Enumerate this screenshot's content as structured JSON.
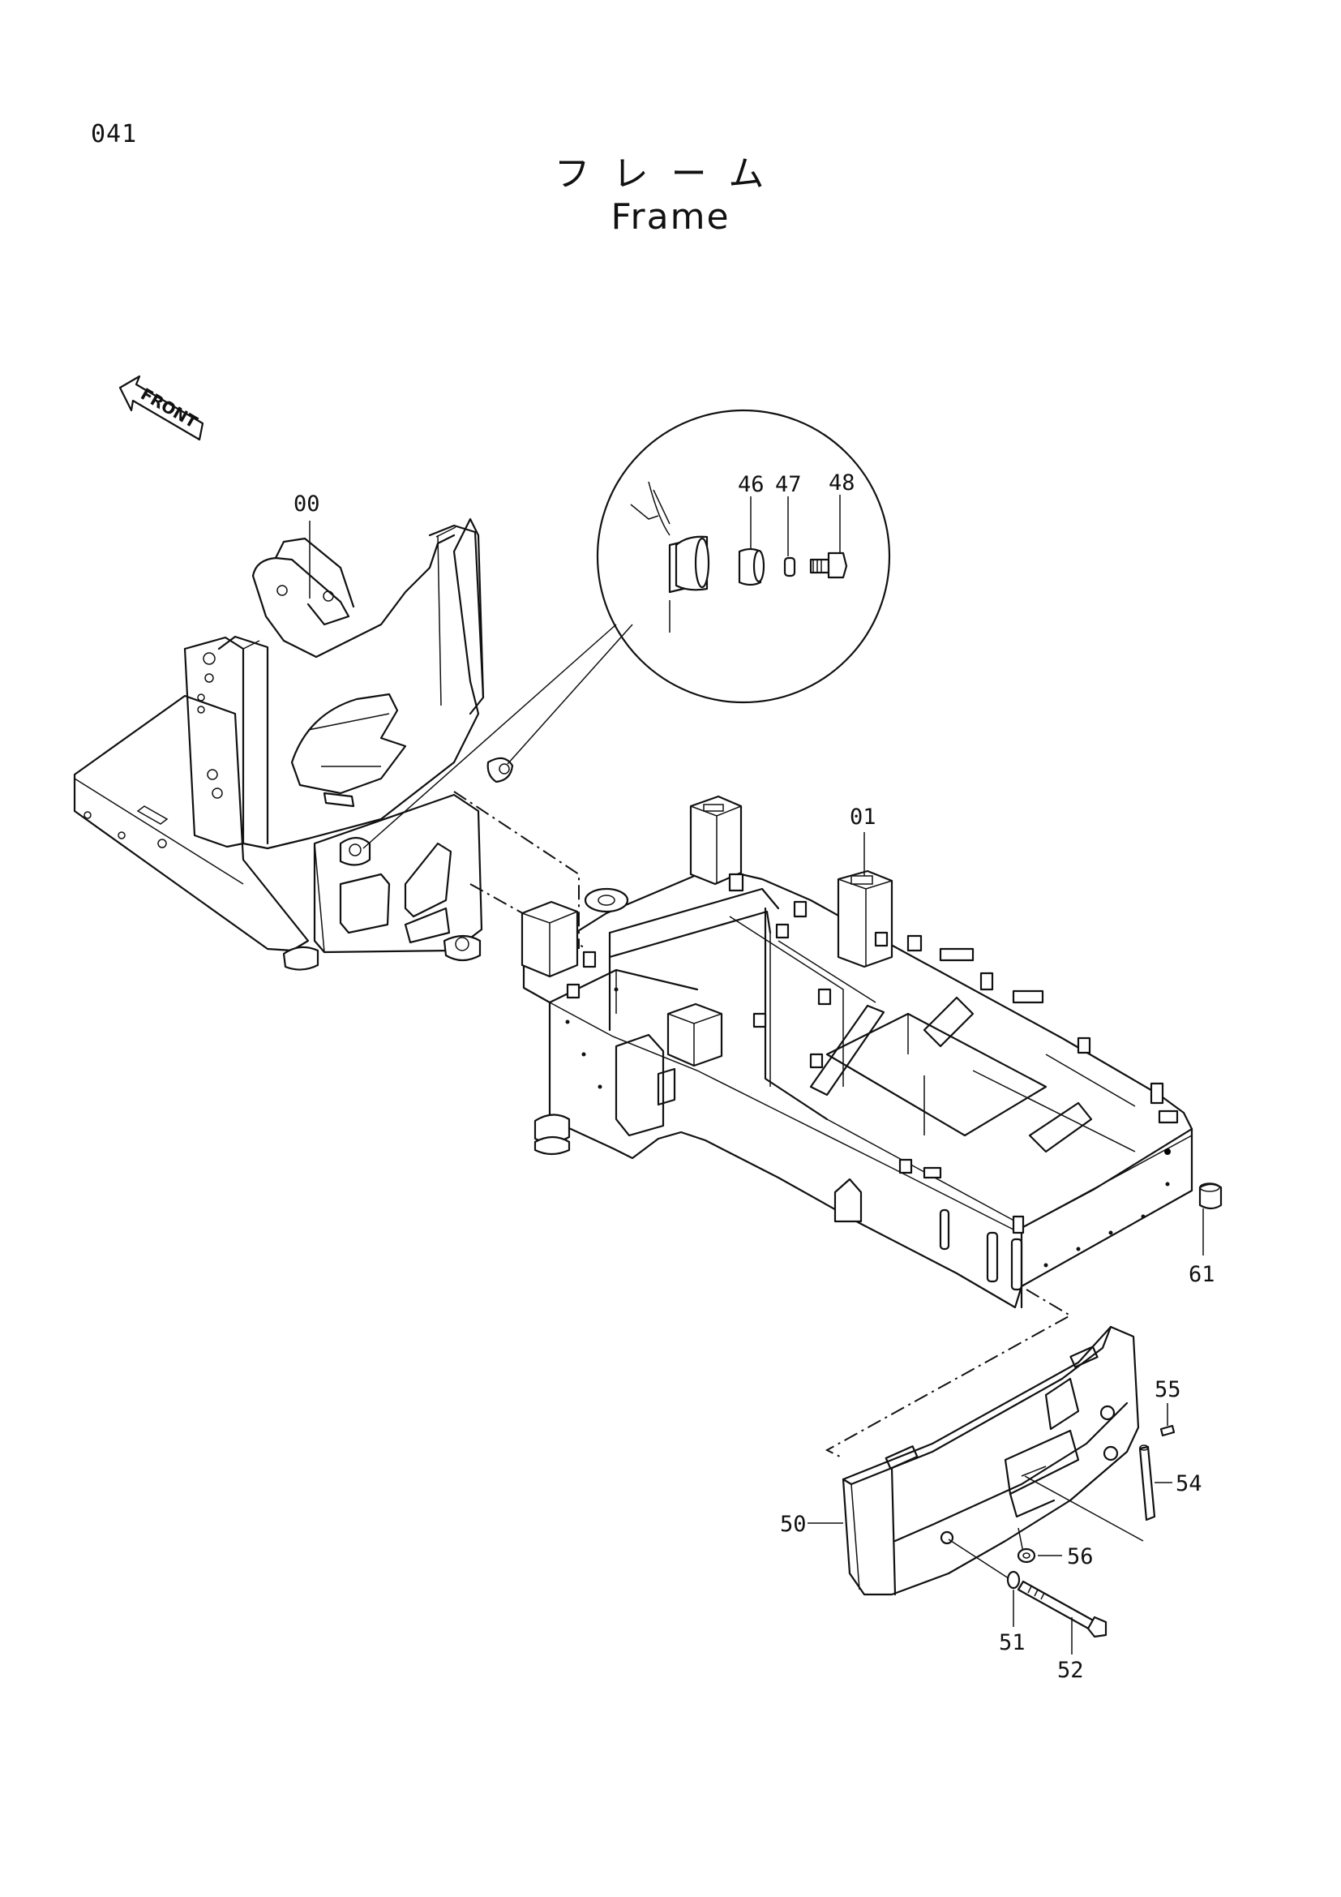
{
  "page_number": "041",
  "title_jp": "フレーム",
  "title_en": "Frame",
  "direction_label": "FRONT",
  "callouts": [
    {
      "id": "callout-00",
      "label": "00"
    },
    {
      "id": "callout-01",
      "label": "01"
    },
    {
      "id": "callout-46",
      "label": "46"
    },
    {
      "id": "callout-47",
      "label": "47"
    },
    {
      "id": "callout-48",
      "label": "48"
    },
    {
      "id": "callout-50",
      "label": "50"
    },
    {
      "id": "callout-51",
      "label": "51"
    },
    {
      "id": "callout-52",
      "label": "52"
    },
    {
      "id": "callout-54",
      "label": "54"
    },
    {
      "id": "callout-55",
      "label": "55"
    },
    {
      "id": "callout-56",
      "label": "56"
    },
    {
      "id": "callout-61",
      "label": "61"
    }
  ]
}
